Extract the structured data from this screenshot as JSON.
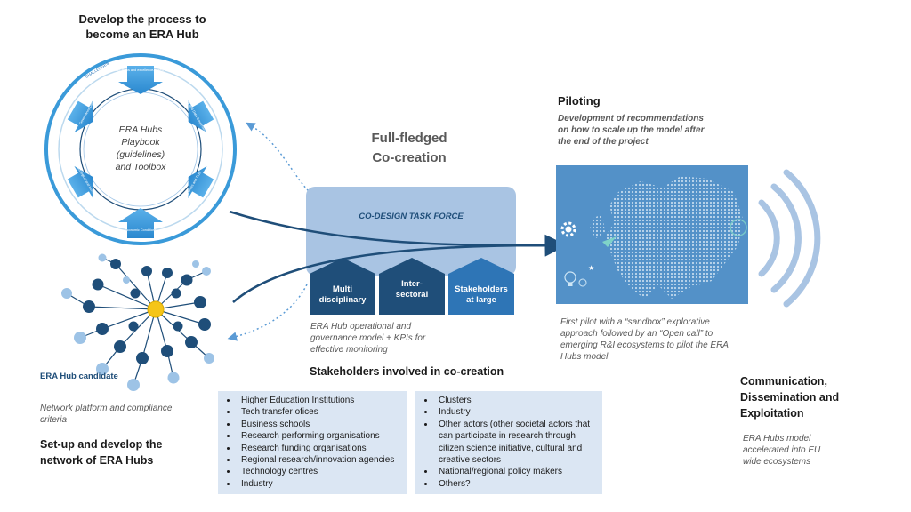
{
  "develop_process": {
    "title_line1": "Develop the process to",
    "title_line2": "become an ERA Hub"
  },
  "cycle": {
    "center_line1": "ERA Hubs",
    "center_line2": "Playbook",
    "center_line3": "(guidelines)",
    "center_line4": "and Toolbox",
    "ring_label": "CHALLENGES",
    "segments": [
      "Collaborative Risks and excellence-based integration",
      "Inter-operability and Data Governance",
      "Public resources and Trust",
      "Economic Conditions",
      "Ecological and Human Resources",
      "Governance Dimension"
    ]
  },
  "network": {
    "candidate_label": "ERA Hub candidate",
    "platform_text_line1": "Network platform and compliance",
    "platform_text_line2": "criteria",
    "setup_title_line1": "Set-up and develop the",
    "setup_title_line2": "network of ERA Hubs"
  },
  "cocreation": {
    "title_line1": "Full-fledged",
    "title_line2": "Co-creation",
    "task_force": "CO-DESIGN TASK FORCE",
    "pillars": [
      {
        "line1": "Multi",
        "line2": "disciplinary"
      },
      {
        "line1": "Inter-",
        "line2": "sectoral"
      },
      {
        "line1": "Stakeholders",
        "line2": "at large"
      }
    ],
    "model_text_line1": "ERA Hub operational and",
    "model_text_line2": "governance model + KPIs for",
    "model_text_line3": "effective monitoring"
  },
  "stakeholders": {
    "title": "Stakeholders involved in co-creation",
    "left_list": [
      "Higher Education Institutions",
      "Tech transfer ofices",
      "Business schools",
      "Research performing organisations",
      "Research funding organisations",
      "Regional research/innovation agencies",
      "Technology centres",
      "Industry"
    ],
    "right_list": [
      "Clusters",
      "Industry",
      "Other actors (other societal actors that can participate in research through citizen science initiative, cultural and creative sectors",
      "National/regional policy makers",
      "Others?"
    ]
  },
  "piloting": {
    "title": "Piloting",
    "desc_line1": "Development of recommendations",
    "desc_line2": "on how to scale up the model after",
    "desc_line3": "the end of the project",
    "pilot_line1": "First pilot with a “sandbox” explorative",
    "pilot_line2": "approach followed by an “Open call” to",
    "pilot_line3": "emerging R&I ecosystems to pilot the ERA",
    "pilot_line4": "Hubs model"
  },
  "communication": {
    "title_line1": "Communication,",
    "title_line2": "Dissemination and",
    "title_line3": "Exploitation",
    "desc_line1": "ERA Hubs model",
    "desc_line2": "accelerated into EU",
    "desc_line3": "wide ecosystems"
  },
  "colors": {
    "dark_blue": "#1f4e79",
    "mid_blue": "#2e75b6",
    "light_blue": "#9dc3e6",
    "box_fill": "#dbe6f3",
    "cycle_arrow": "#3a9ad9",
    "hub_yellow": "#f5c518"
  }
}
